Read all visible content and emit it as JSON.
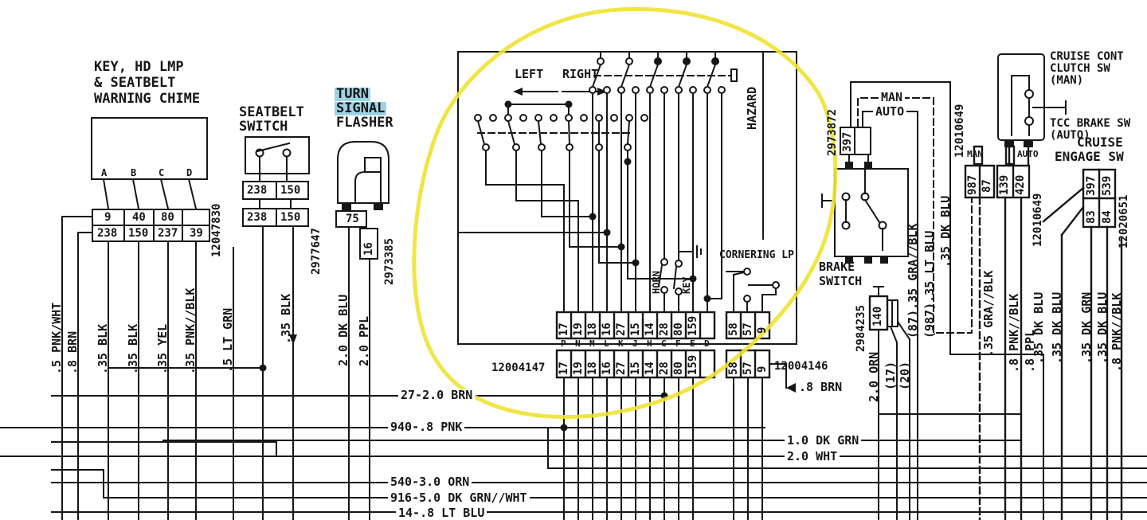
{
  "colors": {
    "highlight": "#9fd2e6",
    "yellow": "#f0e232",
    "line": "#161616"
  },
  "chime": {
    "title1": "KEY, HD LMP",
    "title2": "& SEATBELT",
    "title3": "WARNING CHIME",
    "pins": [
      "A",
      "B",
      "C",
      "D"
    ],
    "row1": [
      "9",
      "40",
      "80"
    ],
    "row2": [
      "238",
      "150",
      "237",
      "39"
    ],
    "part": "12047830"
  },
  "lwires": [
    ".5 PNK/WHT",
    ".8 BRN",
    ".35 BLK",
    ".35 BLK",
    ".35 YEL",
    ".35 PNK//BLK",
    ".5 LT GRN"
  ],
  "seatbelt": {
    "title1": "SEATBELT",
    "title2": "SWITCH",
    "c1a": "238",
    "c1b": "150",
    "c2a": "238",
    "c2b": "150",
    "part": "2977647",
    "wire": ".35 BLK"
  },
  "flasher": {
    "title1": "TURN",
    "title2": "SIGNAL",
    "title3": "FLASHER",
    "pin_a": "75",
    "pin_b": "16",
    "part": "2973385",
    "wire_a": "2.0 DK BLU",
    "wire_b": "2.0 PPL"
  },
  "tss": {
    "left": "LEFT",
    "right": "RIGHT",
    "hazard": "HAZARD",
    "horn": "HORN",
    "key": "KEY",
    "cornering": "CORNERING LP",
    "pins": [
      "17",
      "19",
      "18",
      "16",
      "27",
      "15",
      "14",
      "28",
      "80",
      "159"
    ],
    "letters": [
      "P",
      "N",
      "M",
      "L",
      "K",
      "J",
      "H",
      "G",
      "F",
      "E",
      "D"
    ],
    "cpins": [
      "58",
      "57",
      "9"
    ],
    "conn_left": "12004147",
    "conn_right": "12004146",
    "wire_brn": ".8 BRN"
  },
  "brake": {
    "title1": "BRAKE",
    "title2": "SWITCH",
    "part": "2973872",
    "pin": "397",
    "man": "MAN",
    "auto": "AUTO"
  },
  "rwires": {
    "w1": "(87).35 GRA//BLK",
    "w2": "(987).35 LT BLU",
    "w3": ".35 DK BLU",
    "part": "12010649"
  },
  "plugs": {
    "man": "MAN",
    "auto": "AUTO",
    "p987": "987",
    "p87": "87",
    "p139": "139",
    "p420": "420",
    "part": "12010649",
    "w_gra": ".35 GRA//BLK",
    "w_pnk": ".8 PNK//BLK",
    "w_ppl": ".8 PPL"
  },
  "clutch": {
    "l1": "CRUISE CONT",
    "l2": "CLUTCH SW",
    "l3": "(MAN)",
    "t1": "TCC BRAKE SW",
    "t2": "(AUTO)"
  },
  "engage": {
    "title1": "CRUISE",
    "title2": "ENGAGE SW",
    "c_tl": "397",
    "c_tr": "539",
    "c_bl": "83",
    "c_br": "84",
    "part": "12020651",
    "wires": [
      ".35 DK BLU",
      ".35 DK BLU",
      ".35 DK GRN",
      ".35 DK BLU",
      ".8 PNK//BLK"
    ]
  },
  "orn": {
    "part": "2984235",
    "pin": "140",
    "wire": "2.0 ORN",
    "c17": "(17)",
    "c20": "(20)"
  },
  "bottom": {
    "brn": "27-2.0 BRN",
    "pnk": "940-.8 PNK",
    "orn": "540-3.0 ORN",
    "grnwht": "916-5.0 DK GRN//WHT",
    "ltblu": "14-.8 LT BLU",
    "dkgrn": "1.0 DK GRN",
    "wht": "2.0 WHT"
  }
}
